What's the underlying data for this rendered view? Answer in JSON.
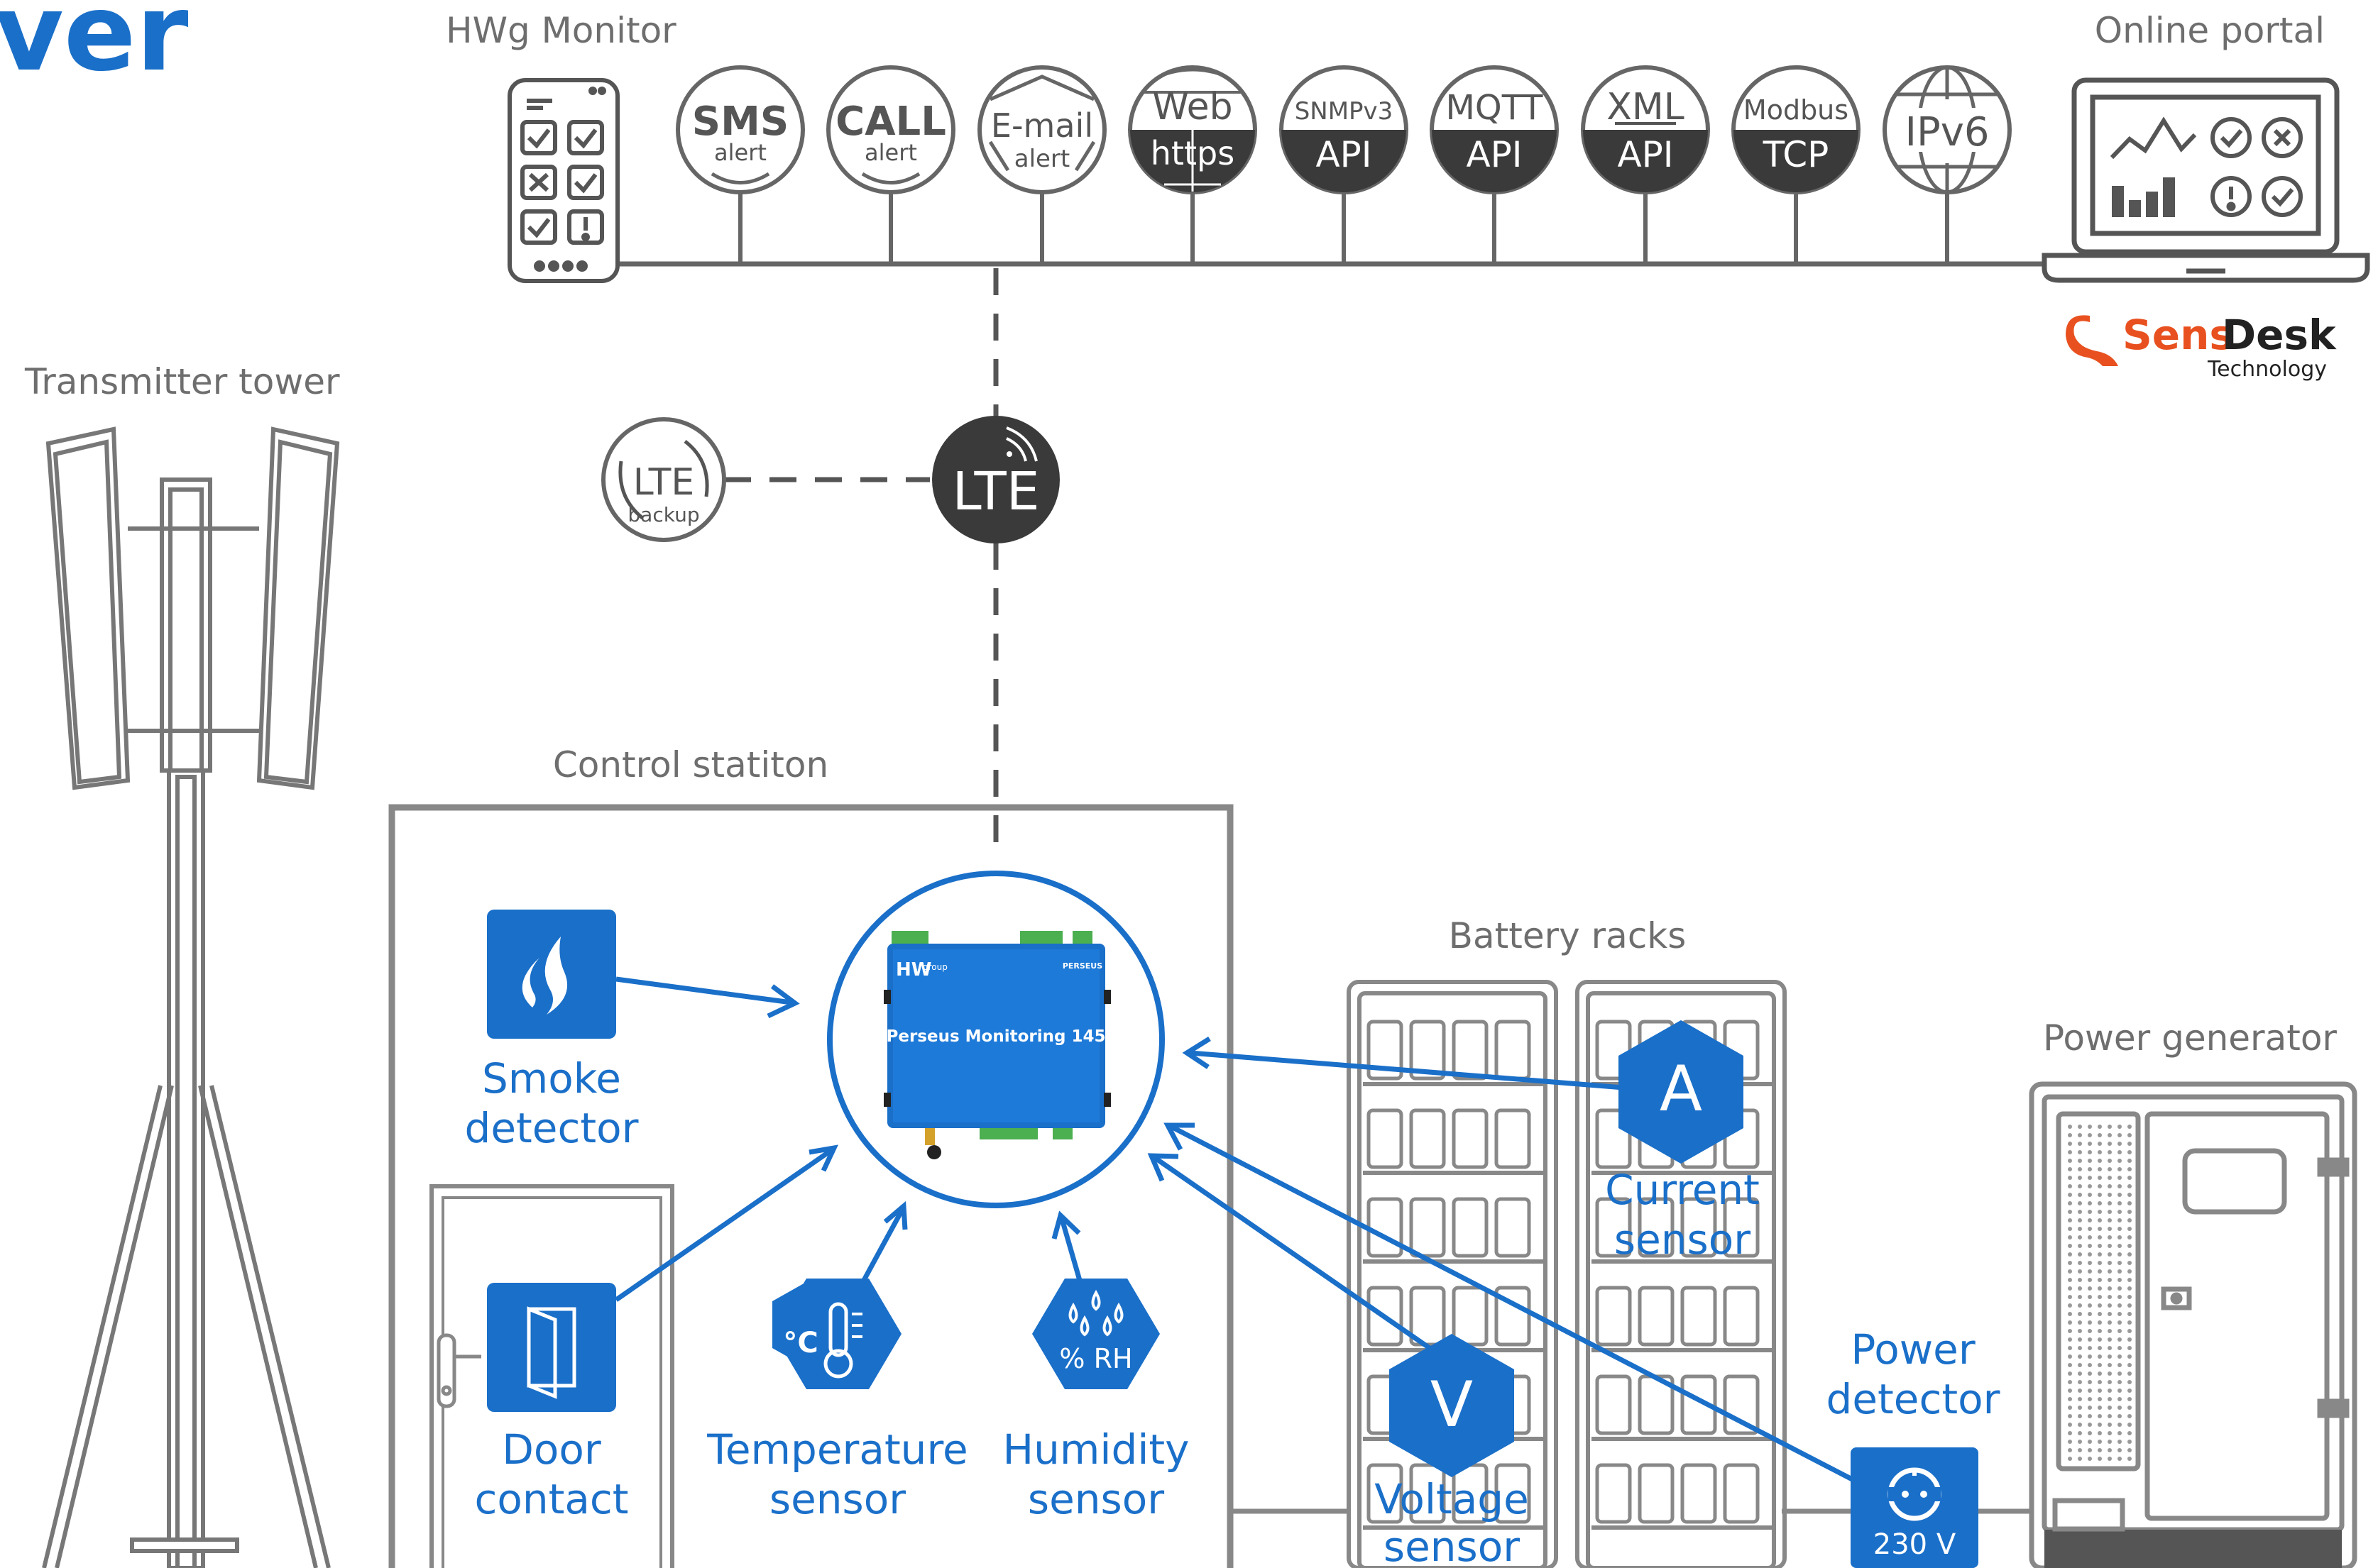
{
  "header": {
    "title_partial": "ver",
    "hwg_monitor": "HWg Monitor",
    "online_portal": "Online portal"
  },
  "brand": {
    "name_sens": "Sens",
    "name_desk": "Desk",
    "tagline": "Technology",
    "color_orange": "#e8511f",
    "color_dark": "#222222"
  },
  "channels": [
    {
      "top": "SMS",
      "bottom": "alert",
      "style": "outline"
    },
    {
      "top": "CALL",
      "bottom": "alert",
      "style": "outline"
    },
    {
      "top": "E-mail",
      "bottom": "alert",
      "style": "outline"
    },
    {
      "top": "Web",
      "bottom": "https",
      "style": "split"
    },
    {
      "top": "SNMPv3",
      "bottom": "API",
      "style": "split"
    },
    {
      "top": "MQTT",
      "bottom": "API",
      "style": "split"
    },
    {
      "top": "XML",
      "bottom": "API",
      "style": "split"
    },
    {
      "top": "Modbus",
      "bottom": "TCP",
      "style": "split"
    },
    {
      "top": "IPv6",
      "bottom": "",
      "style": "globe"
    }
  ],
  "lte": {
    "main": "LTE",
    "backup_main": "LTE",
    "backup_sub": "backup"
  },
  "areas": {
    "transmitter_tower": "Transmitter tower",
    "control_station": "Control statiton",
    "battery_racks": "Battery racks",
    "power_generator": "Power generator"
  },
  "device": {
    "brand": "HW",
    "brand_small": "group",
    "label": "Perseus Monitoring 145",
    "logo": "PERSEUS"
  },
  "sensors": {
    "smoke": {
      "line1": "Smoke",
      "line2": "detector"
    },
    "door": {
      "line1": "Door",
      "line2": "contact"
    },
    "temperature": {
      "line1": "Temperature",
      "line2": "sensor",
      "icon_text": "°C"
    },
    "humidity": {
      "line1": "Humidity",
      "line2": "sensor",
      "icon_text": "% RH"
    },
    "current": {
      "line1": "Current",
      "line2": "sensor",
      "icon_text": "A"
    },
    "voltage": {
      "line1": "Voltage",
      "line2": "sensor",
      "icon_text": "V"
    },
    "power": {
      "line1": "Power",
      "line2": "detector",
      "icon_text": "230 V"
    }
  },
  "colors": {
    "accent_blue": "#1a6fc9",
    "gray": "#666666",
    "dark_circle": "#3a3a3a"
  }
}
